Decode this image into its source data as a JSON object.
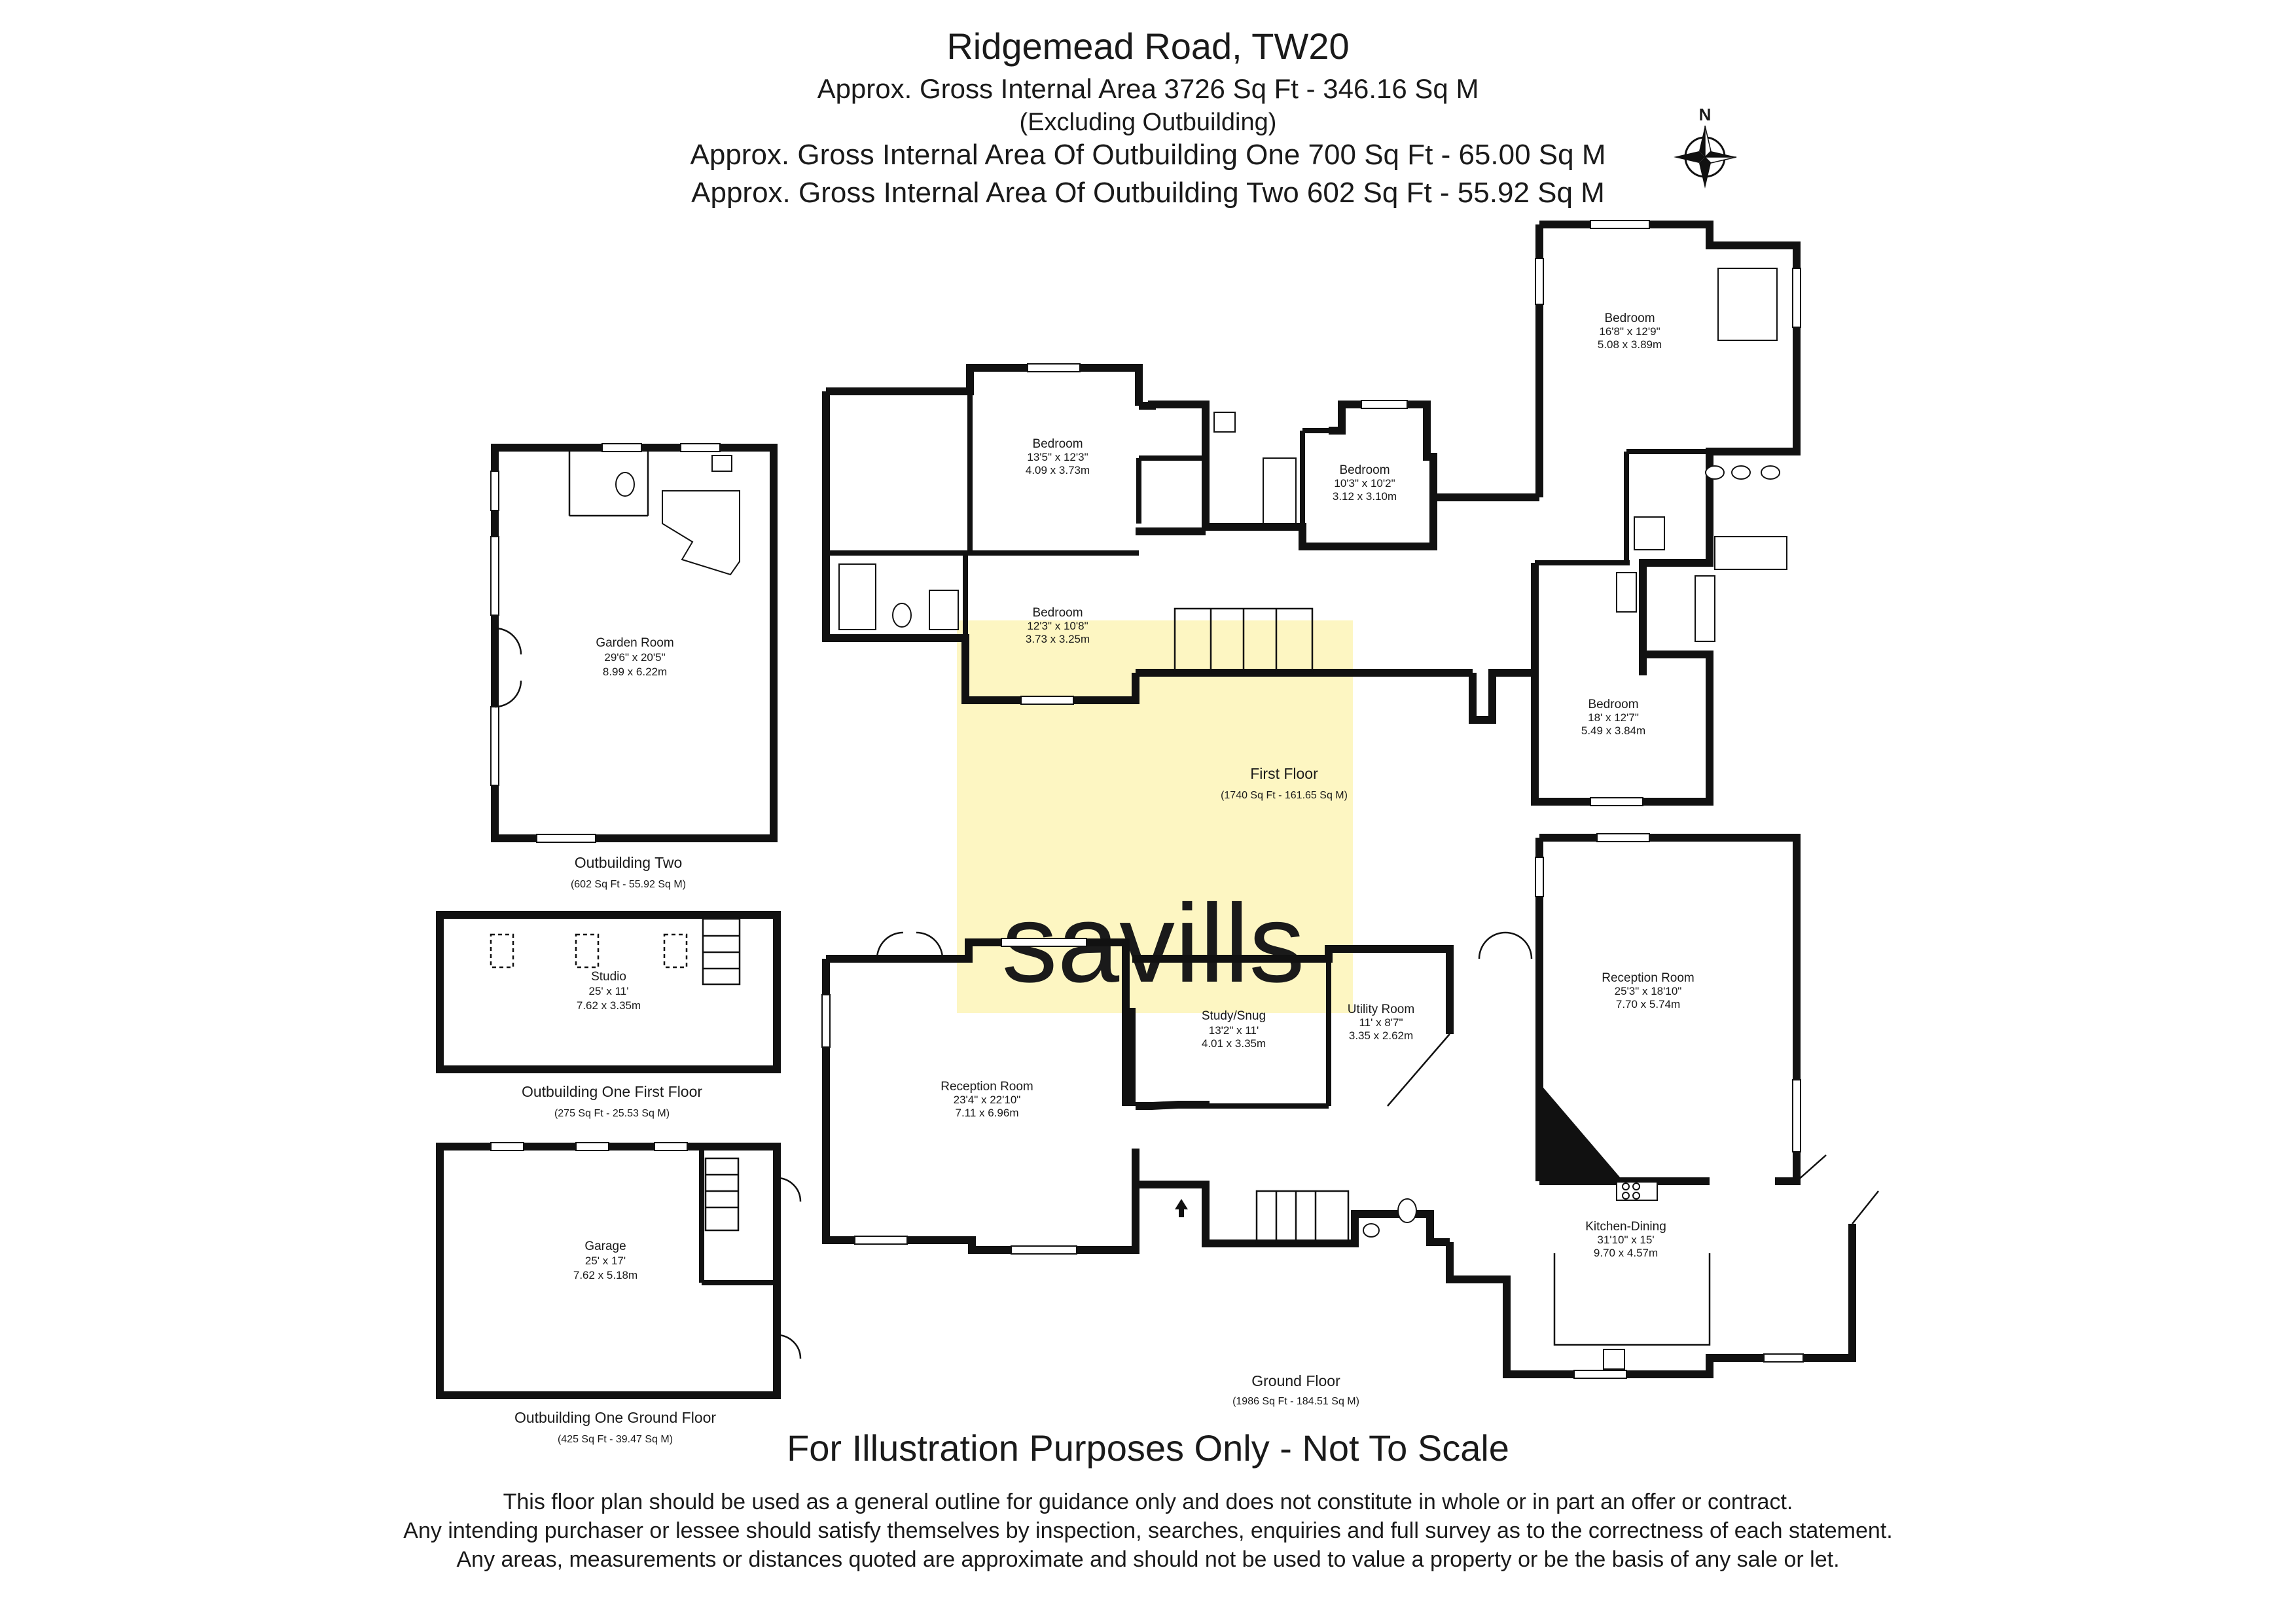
{
  "header": {
    "title": "Ridgemead Road, TW20",
    "area_main": "Approx. Gross Internal Area   3726 Sq Ft  -  346.16 Sq M",
    "area_excluding": "(Excluding Outbuilding)",
    "area_outbuilding_one": "Approx. Gross Internal Area Of Outbuilding  One   700 Sq Ft  -  65.00 Sq M",
    "area_outbuilding_two": "Approx. Gross Internal Area Of Outbuilding  Two   602 Sq Ft  -  55.92 Sq M"
  },
  "compass": {
    "label": "N",
    "icon": "compass-rose-icon"
  },
  "watermark": {
    "text": "savills",
    "color": "#f7b9c9",
    "highlight_color": "#fdf6c2"
  },
  "floors": {
    "first": {
      "label": "First Floor",
      "area": "(1740 Sq Ft  -  161.65 Sq M)",
      "rooms": [
        {
          "name": "Bedroom",
          "imperial": "13'5\" x 12'3\"",
          "metric": "4.09 x 3.73m"
        },
        {
          "name": "Bedroom",
          "imperial": "10'3\" x 10'2\"",
          "metric": "3.12 x 3.10m"
        },
        {
          "name": "Bedroom",
          "imperial": "16'8\" x 12'9\"",
          "metric": "5.08 x 3.89m"
        },
        {
          "name": "Bedroom",
          "imperial": "12'3\" x 10'8\"",
          "metric": "3.73 x 3.25m"
        },
        {
          "name": "Bedroom",
          "imperial": "18' x 12'7\"",
          "metric": "5.49 x 3.84m"
        }
      ]
    },
    "ground": {
      "label": "Ground Floor",
      "area": "(1986 Sq Ft  -  184.51 Sq M)",
      "rooms": [
        {
          "name": "Reception Room",
          "imperial": "23'4\" x 22'10\"",
          "metric": "7.11 x 6.96m"
        },
        {
          "name": "Study/Snug",
          "imperial": "13'2\" x 11'",
          "metric": "4.01 x 3.35m"
        },
        {
          "name": "Utility Room",
          "imperial": "11' x 8'7\"",
          "metric": "3.35 x 2.62m"
        },
        {
          "name": "Reception Room",
          "imperial": "25'3\" x 18'10\"",
          "metric": "7.70 x 5.74m"
        },
        {
          "name": "Kitchen-Dining",
          "imperial": "31'10\" x 15'",
          "metric": "9.70 x 4.57m"
        }
      ]
    },
    "outbuilding_two": {
      "label": "Outbuilding Two",
      "area": "(602 Sq Ft  -  55.92 Sq M)",
      "rooms": [
        {
          "name": "Garden Room",
          "imperial": "29'6\" x 20'5\"",
          "metric": "8.99 x 6.22m"
        }
      ]
    },
    "outbuilding_one_first": {
      "label": "Outbuilding One First Floor",
      "area": "(275 Sq Ft  -  25.53 Sq M)",
      "rooms": [
        {
          "name": "Studio",
          "imperial": "25' x 11'",
          "metric": "7.62 x 3.35m"
        }
      ]
    },
    "outbuilding_one_ground": {
      "label": "Outbuilding One  Ground Floor",
      "area": "(425 Sq Ft  -  39.47 Sq M)",
      "rooms": [
        {
          "name": "Garage",
          "imperial": "25' x 17'",
          "metric": "7.62 x 5.18m"
        }
      ]
    }
  },
  "disclaimer": {
    "heading": "For Illustration Purposes Only - Not To Scale",
    "lines": [
      "This floor plan should be used as a general outline for guidance only and does not constitute in whole or in part an offer or contract.",
      "Any intending purchaser or lessee should satisfy themselves by inspection, searches, enquiries and full survey as to the correctness of each statement.",
      "Any areas, measurements or distances quoted are approximate and should not be used to value a property or be the basis of any sale or let."
    ]
  }
}
